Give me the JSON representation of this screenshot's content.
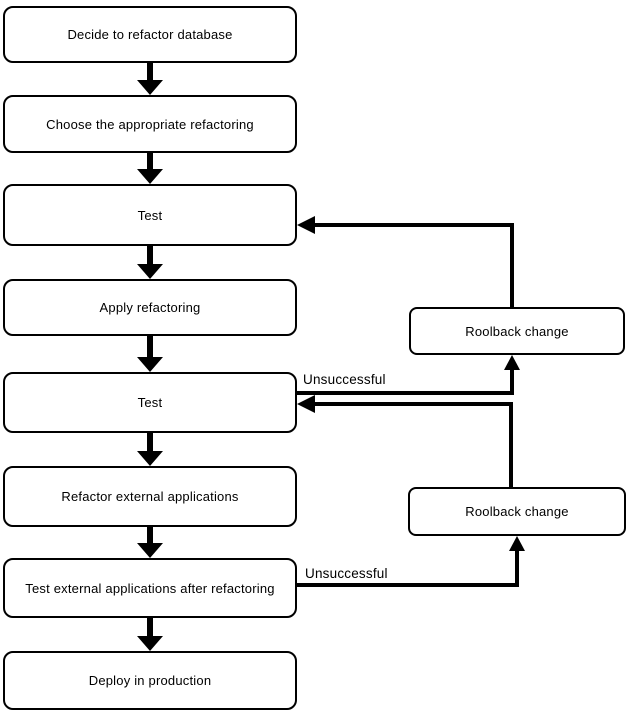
{
  "diagram": {
    "type": "flowchart",
    "background_color": "#ffffff",
    "box_fill_color": "#ffffff",
    "box_border_color": "#000000",
    "line_color": "#000000",
    "text_color": "#000000",
    "nodes": [
      {
        "id": "decide",
        "label": "Decide to refactor database"
      },
      {
        "id": "choose",
        "label": "Choose the appropriate refactoring"
      },
      {
        "id": "test-1",
        "label": "Test"
      },
      {
        "id": "apply",
        "label": "Apply refactoring"
      },
      {
        "id": "test-2",
        "label": "Test"
      },
      {
        "id": "refactor-external",
        "label": "Refactor external applications"
      },
      {
        "id": "test-external",
        "label": "Test external applications after refactoring"
      },
      {
        "id": "deploy",
        "label": "Deploy in production"
      },
      {
        "id": "rollback-1",
        "label": "Roolback change"
      },
      {
        "id": "rollback-2",
        "label": "Roolback change"
      }
    ],
    "edge_labels": [
      {
        "id": "unsuccessful-1",
        "label": "Unsuccessful"
      },
      {
        "id": "unsuccessful-2",
        "label": "Unsuccessful"
      }
    ],
    "edges": [
      {
        "from": "decide",
        "to": "choose"
      },
      {
        "from": "choose",
        "to": "test-1"
      },
      {
        "from": "test-1",
        "to": "apply"
      },
      {
        "from": "apply",
        "to": "test-2"
      },
      {
        "from": "test-2",
        "to": "refactor-external"
      },
      {
        "from": "refactor-external",
        "to": "test-external"
      },
      {
        "from": "test-external",
        "to": "deploy"
      },
      {
        "from": "test-2",
        "to": "rollback-1",
        "label": "Unsuccessful"
      },
      {
        "from": "rollback-1",
        "to": "test-1"
      },
      {
        "from": "test-external",
        "to": "rollback-2",
        "label": "Unsuccessful"
      },
      {
        "from": "rollback-2",
        "to": "test-2"
      }
    ]
  }
}
